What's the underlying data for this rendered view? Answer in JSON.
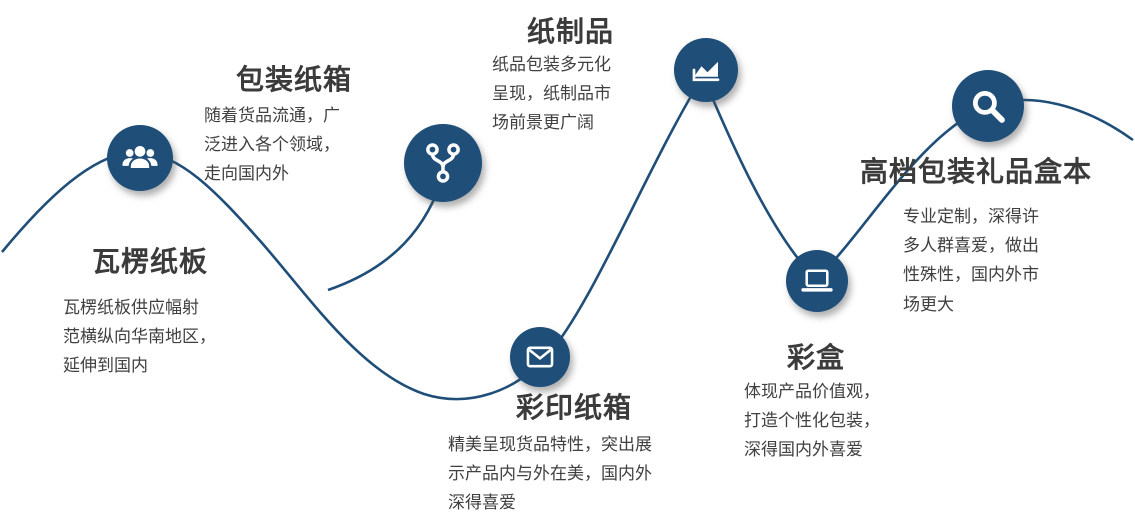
{
  "colors": {
    "accent": "#1F4E79",
    "title_text": "#3b3b3b",
    "body_text": "#404040",
    "icon_color": "#ffffff"
  },
  "wave": {
    "name": "flow-curve",
    "color": "#1F4E79"
  },
  "nodes": [
    {
      "id": "corrugated-board",
      "title": "瓦楞纸板",
      "desc": "瓦楞纸板供应幅射\n范横纵向华南地区，\n延伸到国内",
      "icon": "people-group-icon"
    },
    {
      "id": "packaging-carton",
      "title": "包装纸箱",
      "desc": "随着货品流通，广\n泛进入各个领域，\n走向国内外",
      "icon": "branch-icon"
    },
    {
      "id": "paper-products",
      "title": "纸制品",
      "desc": "纸品包装多元化\n呈现，纸制品市\n场前景更广阔",
      "icon": "chart-icon"
    },
    {
      "id": "color-print-carton",
      "title": "彩印纸箱",
      "desc": "精美呈现货品特性，突出展\n示产品内与外在美，国内外\n深得喜爱",
      "icon": "mail-icon"
    },
    {
      "id": "color-box",
      "title": "彩盒",
      "desc": "体现产品价值观，\n打造个性化包装，\n深得国内外喜爱",
      "icon": "laptop-icon"
    },
    {
      "id": "gift-box",
      "title": "高档包装礼品盒本",
      "desc": "专业定制，深得许\n多人群喜爱，做出\n性殊性，国内外市\n场更大",
      "icon": "search-icon"
    }
  ]
}
